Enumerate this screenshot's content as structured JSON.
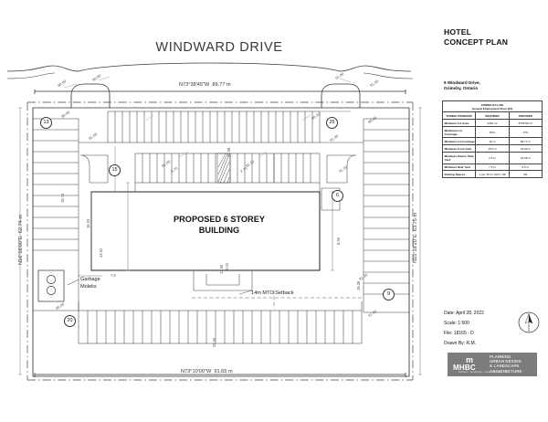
{
  "document": {
    "title_line1": "HOTEL",
    "title_line2": "CONCEPT PLAN",
    "address_line1": "9 Windward Drive,",
    "address_line2": "Grimsby, Ontario"
  },
  "plan": {
    "street_label": "WINDWARD DRIVE",
    "building_label_line1": "PROPOSED 6 STOREY",
    "building_label_line2": "BUILDING",
    "garbage_note_line1": "Garbage",
    "garbage_note_line2": "Moleks",
    "mto_setback_note": "14m MTO Setback",
    "dimensions": {
      "north_bearing": "N73°38'45\"W",
      "north_length": "89.77 m",
      "south_bearing": "N73°10'00\"W",
      "south_length": "91.65 m",
      "west_bearing": "N16°58'00\"E",
      "west_length": "62.74 m",
      "east_bearing": "N15°18'20\"E",
      "east_length": "63.75 m",
      "garbage_offset": "7.6"
    },
    "parking_badges": [
      {
        "id": "badge-13",
        "value": "13"
      },
      {
        "id": "badge-15",
        "value": "15"
      },
      {
        "id": "badge-6",
        "value": "6"
      },
      {
        "id": "badge-25",
        "value": "25"
      },
      {
        "id": "badge-20",
        "value": "20"
      },
      {
        "id": "badge-9",
        "value": "9"
      }
    ],
    "spot_dims": [
      "80.00",
      "90.00",
      "91.00",
      "91.05",
      "80.90",
      "81.00",
      "81.05",
      "81.50",
      "80.55",
      "91.00",
      "91.50",
      "89.86",
      "85.00",
      "91.20",
      "91.00",
      "90.00",
      "19.74",
      "18.33",
      "13.62",
      "22.09",
      "8.36",
      "19.38",
      "16.53",
      "12.50",
      "5.75",
      "2.75",
      "3.00",
      "6.50",
      "31.00",
      "2.70",
      "7.6"
    ]
  },
  "zoning_table": {
    "caption_line1": "ZONING BY-LAW",
    "caption_line2": "General Employment Zone (E1)",
    "headers": [
      "ZONING STANDARD",
      "REQUIRED",
      "PROVIDED"
    ],
    "rows": [
      {
        "standard": "Minimum Lot Area",
        "required": "2000 m²",
        "provided": "5705.55 m²"
      },
      {
        "standard": "Maximum Lot Coverage",
        "required": "50%",
        "provided": "17%"
      },
      {
        "standard": "Minimum Lot Frontage",
        "required": "30 m",
        "provided": "89.77 m"
      },
      {
        "standard": "Minimum Front Yard",
        "required": "15.0 m",
        "provided": "22.09 m"
      },
      {
        "standard": "Minimum Interior Side Yard",
        "required": "4.5 m",
        "provided": "19.38 m"
      },
      {
        "standard": "Minimum Rear Yard",
        "required": "7.5 m",
        "provided": "8.6 m"
      },
      {
        "standard": "Parking Spaces",
        "required": "1 per 45 m² GFA = 88",
        "provided": "88"
      }
    ]
  },
  "meta": {
    "date": "Date: April 28, 2022",
    "scale": "Scale: 1:500",
    "file": "File: 18165 - D",
    "drawn_by": "Drawn By: R.M."
  },
  "logo": {
    "mark": "m",
    "name": "MHBC",
    "services_line1": "PLANNING",
    "services_line2": "URBAN DESIGN",
    "services_line3": "& LANDSCAPE",
    "services_line4": "ARCHITECTURE",
    "tagline": "kitchener . woodbridge . london . kingston . barrie"
  },
  "north_arrow": {
    "label": "N"
  }
}
